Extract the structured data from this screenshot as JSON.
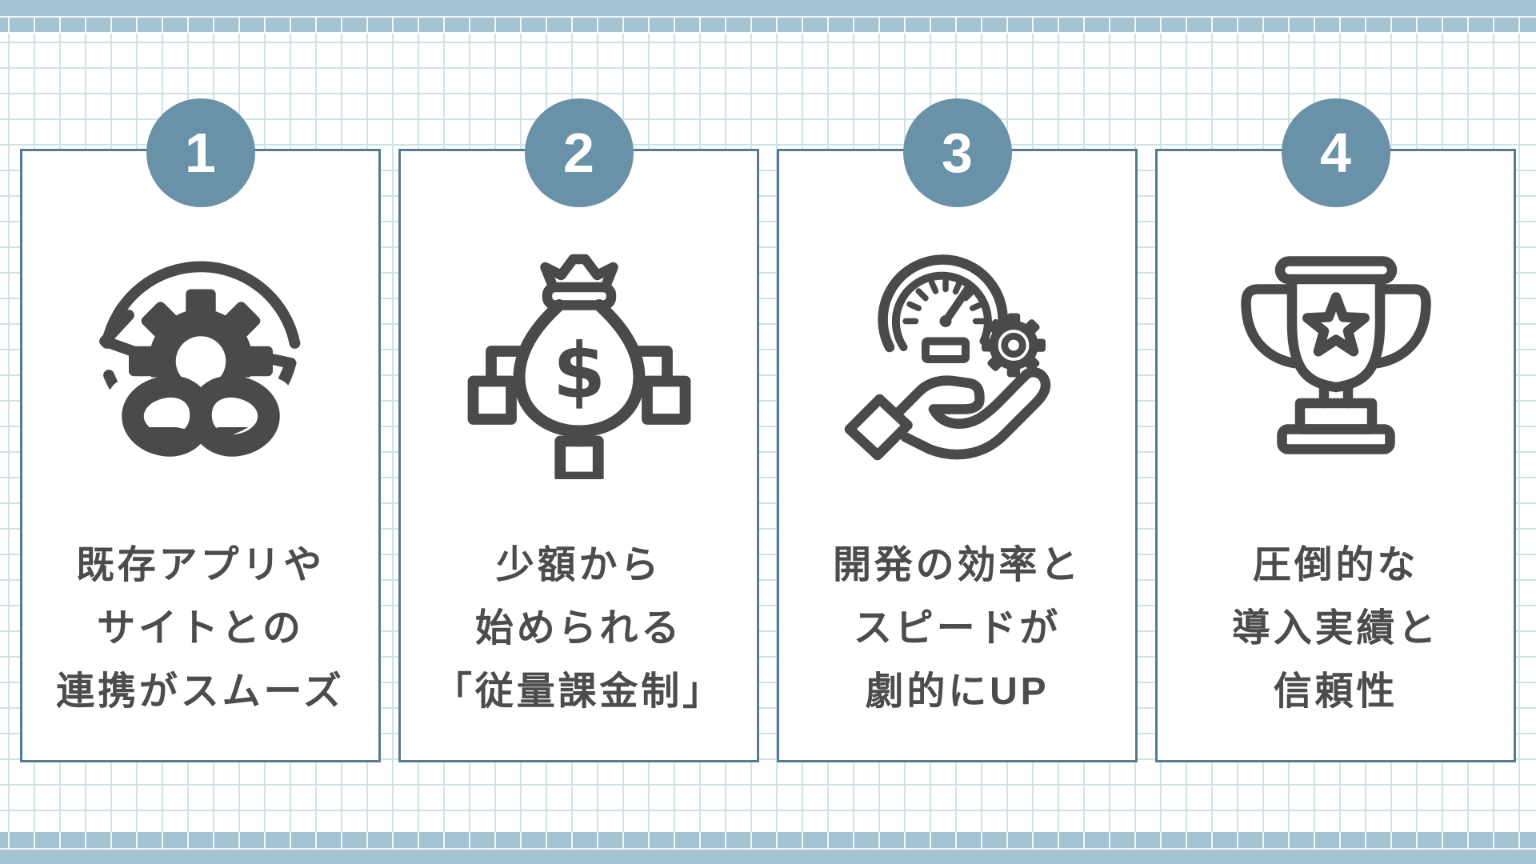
{
  "canvas": {
    "band_color": "#a4c4d3",
    "grid_line_color": "#cfe3e6",
    "card_border_color": "#547c91",
    "badge_color": "#6992a8",
    "icon_color": "#4a4a4a",
    "text_color": "#4c4c4c",
    "dollar_glyph": "$"
  },
  "cards": [
    {
      "number": "1",
      "icon": "sync-gear-infinity-icon",
      "lines": [
        "既存アプリや",
        "サイトとの",
        "連携がスムーズ"
      ]
    },
    {
      "number": "2",
      "icon": "money-bag-flowchart-icon",
      "lines": [
        "少額から",
        "始められる",
        "「従量課金制」"
      ]
    },
    {
      "number": "3",
      "icon": "speedometer-hand-gear-icon",
      "lines": [
        "開発の効率と",
        "スピードが",
        "劇的にUP"
      ]
    },
    {
      "number": "4",
      "icon": "trophy-star-icon",
      "lines": [
        "圧倒的な",
        "導入実績と",
        "信頼性"
      ]
    }
  ]
}
